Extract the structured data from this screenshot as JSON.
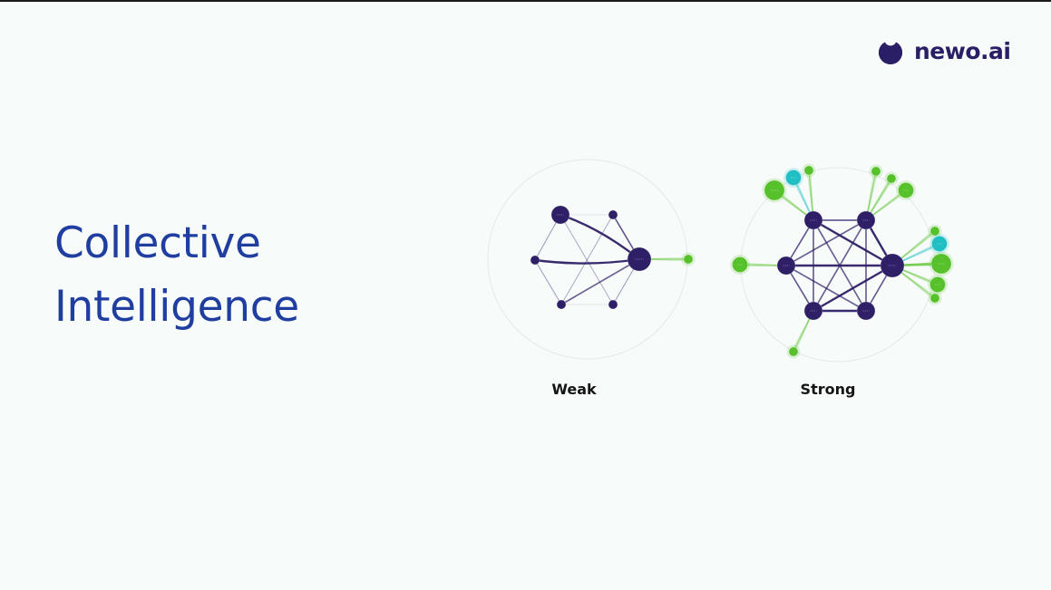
{
  "slide": {
    "title_line1": "Collective",
    "title_line2": "Intelligence"
  },
  "logo": {
    "text": "newo.ai"
  },
  "colors": {
    "title": "#1f3ea0",
    "core_node": "#2e1f66",
    "green_node": "#56c12a",
    "teal_node": "#1fbfc4",
    "ring": "#e3ebe8"
  },
  "networks": {
    "weak": {
      "label": "Weak",
      "nodes": [
        {
          "id": "w0",
          "kind": "core",
          "level": 3
        },
        {
          "id": "w1",
          "kind": "core",
          "level": 2
        },
        {
          "id": "w2",
          "kind": "core",
          "level": 1
        },
        {
          "id": "w3",
          "kind": "core",
          "level": 1
        },
        {
          "id": "w4",
          "kind": "core",
          "level": 1
        },
        {
          "id": "w5",
          "kind": "core",
          "level": 1
        },
        {
          "id": "w6",
          "kind": "green",
          "level": 1
        }
      ],
      "links": [
        {
          "a": "w1",
          "b": "w0",
          "weight": 3
        },
        {
          "a": "w3",
          "b": "w0",
          "weight": 3
        },
        {
          "a": "w2",
          "b": "w0",
          "weight": 2
        },
        {
          "a": "w4",
          "b": "w0",
          "weight": 2
        },
        {
          "a": "w5",
          "b": "w0",
          "weight": 1
        },
        {
          "a": "w1",
          "b": "w5",
          "weight": 1
        },
        {
          "a": "w2",
          "b": "w4",
          "weight": 1
        },
        {
          "a": "w1",
          "b": "w3",
          "weight": 1
        },
        {
          "a": "w3",
          "b": "w4",
          "weight": 1
        },
        {
          "a": "w0",
          "b": "w6",
          "weight": 1
        }
      ]
    },
    "strong": {
      "label": "Strong",
      "nodes": [
        {
          "id": "s0",
          "kind": "core",
          "level": 3
        },
        {
          "id": "s1",
          "kind": "core",
          "level": 2
        },
        {
          "id": "s2",
          "kind": "core",
          "level": 2
        },
        {
          "id": "s3",
          "kind": "core",
          "level": 2
        },
        {
          "id": "s4",
          "kind": "core",
          "level": 2
        },
        {
          "id": "s5",
          "kind": "core",
          "level": 2
        },
        {
          "id": "g1",
          "kind": "green",
          "level": 3
        },
        {
          "id": "g2",
          "kind": "teal",
          "level": 2
        },
        {
          "id": "g3",
          "kind": "green",
          "level": 1
        },
        {
          "id": "g4",
          "kind": "green",
          "level": 1
        },
        {
          "id": "g5",
          "kind": "green",
          "level": 1
        },
        {
          "id": "g6",
          "kind": "green",
          "level": 2
        },
        {
          "id": "g7",
          "kind": "green",
          "level": 2
        },
        {
          "id": "g8",
          "kind": "green",
          "level": 1
        },
        {
          "id": "g9",
          "kind": "teal",
          "level": 2
        },
        {
          "id": "g10",
          "kind": "green",
          "level": 3
        },
        {
          "id": "g11",
          "kind": "green",
          "level": 2
        },
        {
          "id": "g12",
          "kind": "green",
          "level": 1
        },
        {
          "id": "g13",
          "kind": "green",
          "level": 1
        }
      ],
      "links": [
        {
          "a": "s1",
          "b": "s0",
          "weight": 3
        },
        {
          "a": "s2",
          "b": "s0",
          "weight": 3
        },
        {
          "a": "s3",
          "b": "s0",
          "weight": 3
        },
        {
          "a": "s4",
          "b": "s0",
          "weight": 3
        },
        {
          "a": "s5",
          "b": "s0",
          "weight": 2
        },
        {
          "a": "s1",
          "b": "s2",
          "weight": 2
        },
        {
          "a": "s1",
          "b": "s3",
          "weight": 2
        },
        {
          "a": "s1",
          "b": "s4",
          "weight": 2
        },
        {
          "a": "s1",
          "b": "s5",
          "weight": 2
        },
        {
          "a": "s2",
          "b": "s3",
          "weight": 2
        },
        {
          "a": "s2",
          "b": "s4",
          "weight": 2
        },
        {
          "a": "s2",
          "b": "s5",
          "weight": 2
        },
        {
          "a": "s3",
          "b": "s4",
          "weight": 2
        },
        {
          "a": "s3",
          "b": "s5",
          "weight": 2
        },
        {
          "a": "s4",
          "b": "s5",
          "weight": 3
        },
        {
          "a": "s1",
          "b": "g1",
          "weight": 1
        },
        {
          "a": "s1",
          "b": "g2",
          "weight": 1
        },
        {
          "a": "s1",
          "b": "g3",
          "weight": 1
        },
        {
          "a": "s2",
          "b": "g4",
          "weight": 1
        },
        {
          "a": "s2",
          "b": "g5",
          "weight": 1
        },
        {
          "a": "s2",
          "b": "g6",
          "weight": 1
        },
        {
          "a": "s3",
          "b": "g7",
          "weight": 1
        },
        {
          "a": "s0",
          "b": "g8",
          "weight": 1
        },
        {
          "a": "s0",
          "b": "g9",
          "weight": 1
        },
        {
          "a": "s0",
          "b": "g10",
          "weight": 2
        },
        {
          "a": "s0",
          "b": "g11",
          "weight": 1
        },
        {
          "a": "s0",
          "b": "g12",
          "weight": 1
        },
        {
          "a": "s4",
          "b": "g13",
          "weight": 1
        }
      ]
    }
  }
}
